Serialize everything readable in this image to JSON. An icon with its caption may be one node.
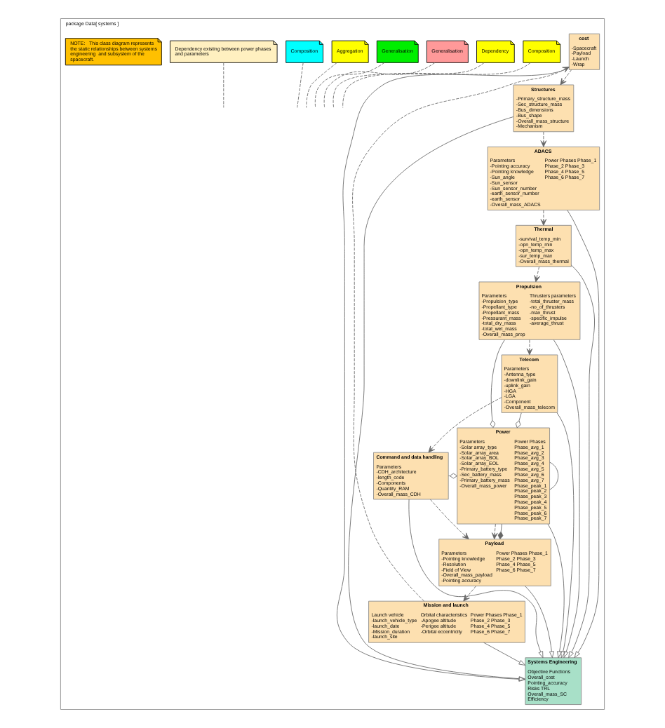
{
  "diagram": {
    "nodes": [
      {
        "text": [
          "package Data[ systems ]"
        ]
      },
      {
        "text": [
          "cost",
          "-Spacecraft -Payload -Launch -Wrap"
        ],
        "in": 0
      },
      {
        "text": [
          "Structures",
          "-Primary_structure_mass -Sec_structure_mass -Bus_dimensions -Bus_shape -Overall_mass_structure -Mechanism"
        ],
        "in": 0
      },
      {
        "text": [
          "ADACS",
          "Parameters -Pointing accuracy -Pointing knowledge -Sun_angle -Sun_sensor -Sun_sensor_number -earth_sensor_number -earth_sensor -Overall_mass_ADACS",
          "Power Phases Phase_1 Phase_2 Phase_3 Phase_4 Phase_5 Phase_6 Phase_7"
        ],
        "in": 0
      },
      {
        "text": [
          "Thermal",
          "-survival_temp_min -opn_temp_min -opn_temp_max -sur_temp_max -Overall_mass_thermal"
        ],
        "in": 0
      },
      {
        "text": [
          "Mission and launch",
          "Launch vehicle -launch_vehicle_type -launch_date -Mission_duration -launch_site",
          "Orbital characteristics -Apogee altitude -Perigee altitude -Orbital eccentricity",
          "Power Phases Phase_1 Phase_2 Phase_3 Phase_4 Phase_5 Phase_6 Phase_7"
        ],
        "in": 0
      },
      {
        "text": [
          "Systems Engineering",
          "Objective Functions Overall_cost Pointing_accuracy Risks TRL Overall_mass_SC Efficiency"
        ],
        "in": 0
      },
      {
        "text": [
          "Propulsion",
          "Parameters -Propulsion_type -Propellant_type -Propellant_mass -Pressurant_mass -total_dry_mass -total_wet_mass -Overall_mass_prop",
          "Thrusters parameters -total_thruster_mass -no_of_thrusters -max_thrust -specific_impulse -average_thrust"
        ],
        "in": 0
      },
      {
        "text": [
          "Payload",
          "Parameters -Pointing knowledge -Resolution -Field of View -Overall_mass_payload -Pointing accuracy",
          "Power Phases Phase_1 Phase_2 Phase_3 Phase_4 Phase_5 Phase_6 Phase_7"
        ],
        "in": 0
      },
      {
        "text": [
          "Command and data handling",
          "Parameters -CDH_architecture -length_code -Components -Quantity_RAM -Overall_mass_CDH"
        ],
        "in": 0
      },
      {
        "text": [
          "Telecom",
          "Parameters -Antenna_type -downlink_gain -uplink_gain -HGA -LGA -Component -Overall_mass_telecom"
        ],
        "in": 0
      },
      {
        "text": [
          "Power",
          "Parameters -Solar array_type -Solar_array_area -Solar_array_BOL -Solar_array_EOL -Primary_battery_type -Sec_battery_mass -Primary_battery_mass -Overall_mass_power",
          "Power Phases Phase_avg_1 Phase_avg_2 Phase_avg_3 Phase_avg_4 Phase_avg_5 Phase_avg_6 Phase_avg_7 Phase_peak_1 Phase_peak_2 Phase_peak_3 Phase_peak_4 Phase_peak_5 Phase_peak_6 Phase_peak_7"
        ],
        "in": 0
      },
      {
        "text": [
          "Composition"
        ],
        "in": 0
      },
      {
        "text": [
          "Dependency"
        ],
        "in": 0
      },
      {
        "text": [
          "Generalisation"
        ],
        "in": 0
      },
      {
        "text": [
          "Generalisation"
        ],
        "in": 0
      },
      {
        "text": [
          "Aggregation"
        ],
        "in": 0
      },
      {
        "text": [
          "Composition"
        ],
        "in": 0
      },
      {
        "text": [
          "Dependency existing between power phases and parameters"
        ],
        "in": 0
      },
      {
        "text": [
          "NOTE:   This class diagram represents the static relationships between systems engineering  and subsystem of the spacecraft."
        ],
        "in": 0
      }
    ],
    "edges": [
      {
        "from": 1,
        "to": 2,
        "arrow": "to",
        "style": "dashed"
      },
      {
        "from": 2,
        "to": 3,
        "arrow": "to",
        "style": "dashed"
      },
      {
        "from": 3,
        "to": 4,
        "arrow": "to",
        "style": "dashed"
      },
      {
        "from": 4,
        "to": 7,
        "arrow": "to",
        "style": "dashed"
      },
      {
        "from": 7,
        "to": 10,
        "arrow": "to",
        "style": "dashed"
      },
      {
        "from": 5,
        "to": 1,
        "arrow": "to",
        "style": "dashed"
      },
      {
        "from": 8,
        "to": 5,
        "arrow": "to",
        "style": "dashed"
      },
      {
        "from": 11,
        "to": 8,
        "arrow": "to",
        "style": "dashed"
      },
      {
        "from": 9,
        "to": 8,
        "arrow": "to",
        "style": "dashed"
      },
      {
        "from": 10,
        "to": 9,
        "arrow": "to",
        "style": "dashed"
      },
      {
        "from": 1,
        "to": 6,
        "arrow": "to"
      },
      {
        "from": 2,
        "to": 6,
        "arrow": "to"
      },
      {
        "from": 3,
        "to": 6,
        "arrow": "to"
      },
      {
        "from": 4,
        "to": 6,
        "arrow": "to"
      },
      {
        "from": 5,
        "to": 6,
        "arrow": "to"
      },
      {
        "from": 7,
        "to": 6,
        "arrow": "to"
      },
      {
        "from": 8,
        "to": 6,
        "arrow": "to"
      },
      {
        "from": 9,
        "to": 6,
        "arrow": "to"
      },
      {
        "from": 10,
        "to": 6,
        "arrow": "to"
      },
      {
        "from": 11,
        "to": 6,
        "arrow": "to"
      },
      {
        "from": 11,
        "to": 8,
        "arrow": "other"
      },
      {
        "from": 9,
        "to": 11,
        "arrow": "other"
      },
      {
        "from": 10,
        "to": 11,
        "arrow": "other"
      },
      {
        "from": 7,
        "to": 11,
        "arrow": "other"
      },
      {
        "from": 11,
        "to": 11,
        "arrow": "none"
      },
      {
        "from": 12,
        "to": null,
        "arrow": "none",
        "style": "dashed"
      },
      {
        "from": 13,
        "to": null,
        "arrow": "none",
        "style": "dashed"
      },
      {
        "from": 14,
        "to": null,
        "arrow": "none",
        "style": "dashed"
      },
      {
        "from": 15,
        "to": null,
        "arrow": "none",
        "style": "dashed"
      },
      {
        "from": 16,
        "to": null,
        "arrow": "none",
        "style": "dashed"
      },
      {
        "from": 17,
        "to": null,
        "arrow": "none",
        "style": "dashed"
      },
      {
        "from": 18,
        "to": null,
        "arrow": "none",
        "style": "dashed"
      }
    ]
  }
}
